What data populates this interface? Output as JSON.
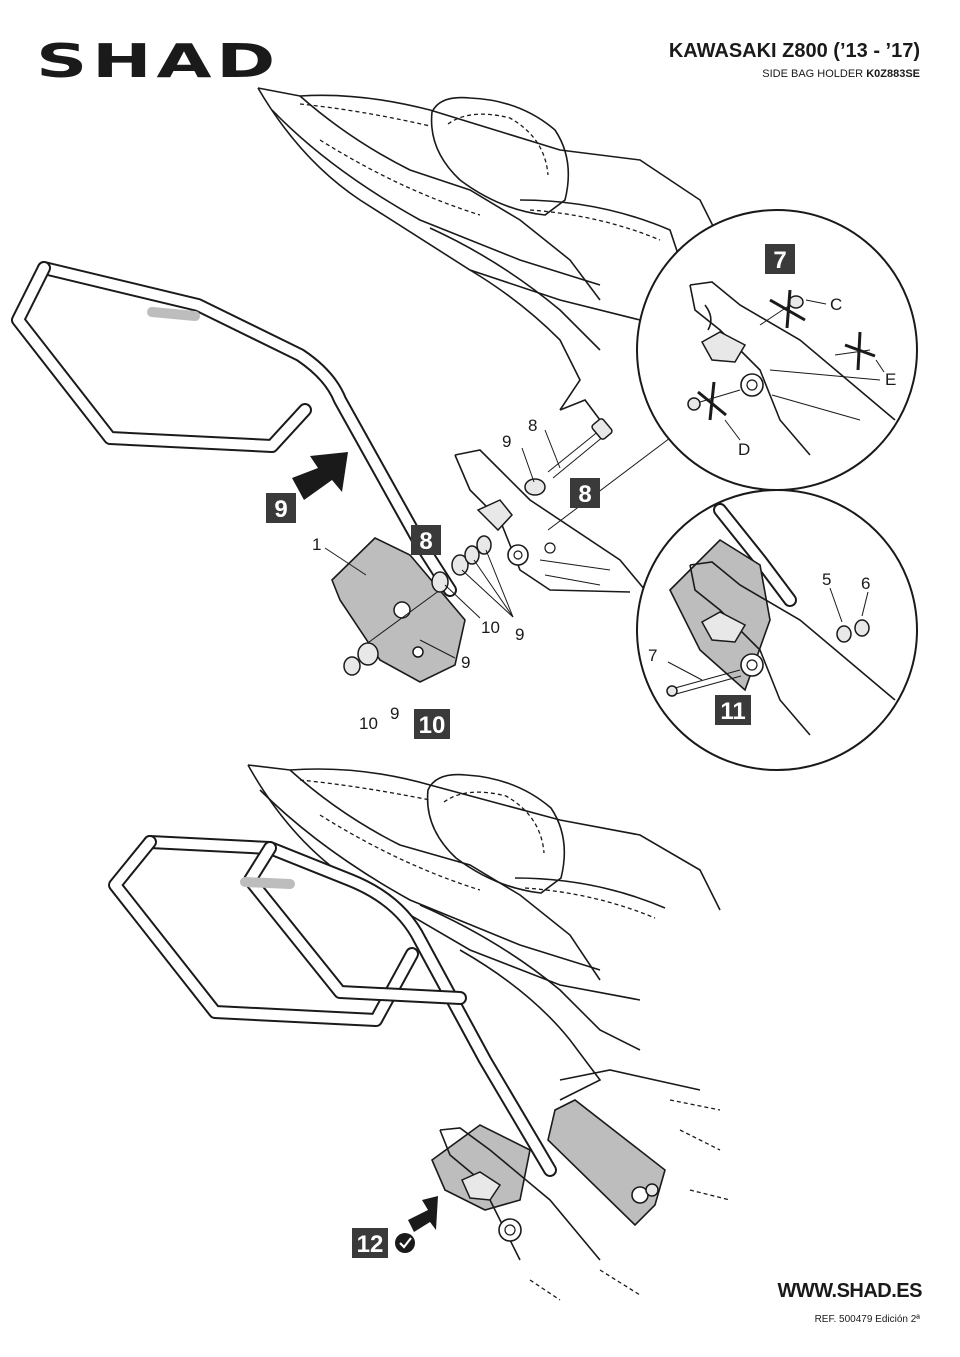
{
  "header": {
    "brand": "SHAD",
    "title": "KAWASAKI Z800 (’13 - ’17)",
    "subtitle_prefix": "SIDE BAG HOLDER",
    "subtitle_code": "K0Z883SE"
  },
  "steps": {
    "s7": "7",
    "s8a": "8",
    "s8b": "8",
    "s9": "9",
    "s10": "10",
    "s11": "11",
    "s12": "12"
  },
  "callouts": {
    "c_C": "C",
    "c_D": "D",
    "c_E": "E",
    "p1": "1",
    "p5": "5",
    "p6": "6",
    "p7": "7",
    "p8": "8",
    "p9_top": "9",
    "p9_a": "9",
    "p9_b": "9",
    "p9_c": "9",
    "p10_a": "10",
    "p10_b": "10"
  },
  "footer": {
    "website": "WWW.SHAD.ES",
    "ref": "REF. 500479 Edición 2ª"
  },
  "colors": {
    "ink": "#1a1a1a",
    "shade": "#bdbdbd",
    "step_box": "#3a3a3a"
  }
}
